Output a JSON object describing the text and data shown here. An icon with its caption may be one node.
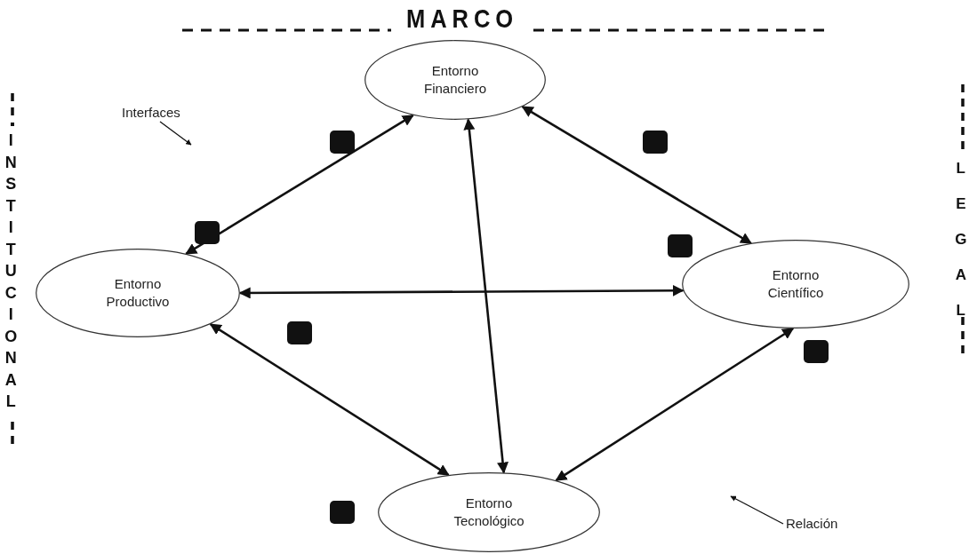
{
  "diagram": {
    "title": "MARCO",
    "nodes": [
      {
        "text": [
          "Entorno Financiero"
        ]
      },
      {
        "text": [
          "Interfaces"
        ]
      },
      {
        "text": [
          "Entorno Productivo"
        ]
      },
      {
        "text": [
          "Entorno Científico"
        ]
      },
      {
        "text": [
          "Entorno Tecnológico"
        ]
      },
      {
        "text": [
          "Relación"
        ]
      }
    ],
    "edges": [
      {
        "from": 0,
        "to": 2,
        "arrow": "both"
      },
      {
        "from": 0,
        "to": 3,
        "arrow": "both"
      },
      {
        "from": 2,
        "to": 4,
        "arrow": "both"
      },
      {
        "from": 3,
        "to": 4,
        "arrow": "both"
      },
      {
        "from": 2,
        "to": 3,
        "arrow": "both"
      },
      {
        "from": 0,
        "to": 4,
        "arrow": "both"
      },
      {
        "from": 1,
        "to": null,
        "arrow": "to"
      },
      {
        "from": 5,
        "to": null,
        "arrow": "to"
      }
    ],
    "labels": [
      "INSTITUCIONAL",
      "LEGAL"
    ]
  }
}
